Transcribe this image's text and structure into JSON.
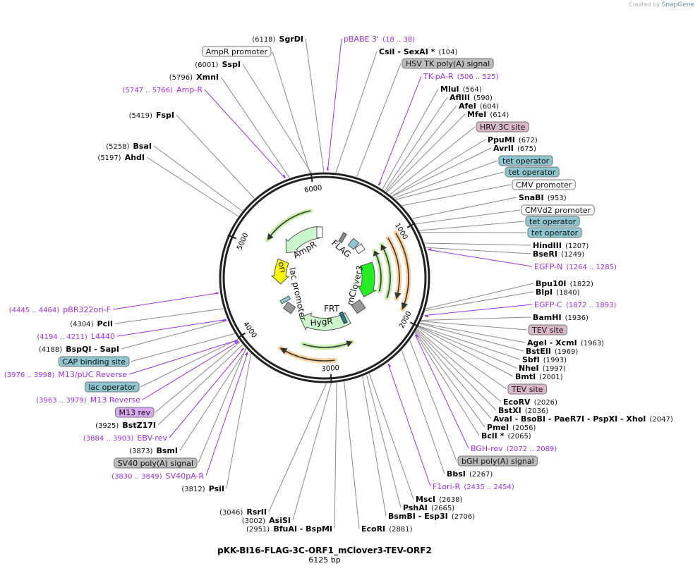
{
  "credit": {
    "prefix": "Created by",
    "brand": "SnapGene"
  },
  "plasmid": {
    "name": "pKK-BI16-FLAG-3C-ORF1_mClover3-TEV-ORF2",
    "size": "6125 bp",
    "length_bp": 6125
  },
  "ticks": [
    "1000",
    "2000",
    "3000",
    "4000",
    "5000",
    "6000"
  ],
  "colors": {
    "primer": "#9b30e8",
    "feature_gray": "#bcbcbc",
    "feature_pink": "#dcb9c9",
    "feature_blue": "#8ec6d1",
    "feature_white": "#ffffff",
    "feature_purple": "#d9a9f0",
    "ampR": "#ccf5cc",
    "ori": "#ffff00",
    "mClover3": "#22ee22"
  },
  "center_features": {
    "ampR": "AmpR",
    "ori": "ori",
    "lac": "lac promoter",
    "frt": "FRT",
    "hygR": "HygR",
    "mclover": "mClover3",
    "flag": "FLAG"
  },
  "labels": [
    {
      "type": "enzyme",
      "name": "SgrDI",
      "pos": "(6118)"
    },
    {
      "type": "primer",
      "name": "pBABE 3'",
      "pos": "(18 .. 38)"
    },
    {
      "type": "feature",
      "name": "AmpR promoter",
      "color": "white"
    },
    {
      "type": "enzyme",
      "name": "SspI",
      "pos": "(6001)"
    },
    {
      "type": "enzyme",
      "name": "CsiI  - SexAI *",
      "pos": "(104)"
    },
    {
      "type": "feature",
      "name": "HSV TK poly(A) signal",
      "color": "gray"
    },
    {
      "type": "primer",
      "name": "TK-pA-R",
      "pos": "(506 .. 525)"
    },
    {
      "type": "enzyme",
      "name": "XmnI",
      "pos": "(5796)"
    },
    {
      "type": "primer",
      "name": "Amp-R",
      "pos": "(5747 .. 5766)"
    },
    {
      "type": "enzyme",
      "name": "MluI",
      "pos": "(564)"
    },
    {
      "type": "enzyme",
      "name": "AflIII",
      "pos": "(590)"
    },
    {
      "type": "enzyme",
      "name": "AfeI",
      "pos": "(604)"
    },
    {
      "type": "enzyme",
      "name": "MfeI",
      "pos": "(614)"
    },
    {
      "type": "enzyme",
      "name": "FspI",
      "pos": "(5419)"
    },
    {
      "type": "feature",
      "name": "HRV 3C site",
      "color": "pink"
    },
    {
      "type": "enzyme",
      "name": "PpuMI",
      "pos": "(672)"
    },
    {
      "type": "enzyme",
      "name": "AvrII",
      "pos": "(675)"
    },
    {
      "type": "enzyme",
      "name": "BsaI",
      "pos": "(5258)"
    },
    {
      "type": "enzyme",
      "name": "AhdI",
      "pos": "(5197)"
    },
    {
      "type": "feature",
      "name": "tet operator",
      "color": "blue"
    },
    {
      "type": "feature",
      "name": "tet operator",
      "color": "blue"
    },
    {
      "type": "feature",
      "name": "CMV promoter",
      "color": "white"
    },
    {
      "type": "enzyme",
      "name": "SnaBI",
      "pos": "(953)"
    },
    {
      "type": "feature",
      "name": "CMVd2 promoter",
      "color": "white"
    },
    {
      "type": "feature",
      "name": "tet operator",
      "color": "blue"
    },
    {
      "type": "feature",
      "name": "tet operator",
      "color": "blue"
    },
    {
      "type": "enzyme",
      "name": "HindIII",
      "pos": "(1207)"
    },
    {
      "type": "enzyme",
      "name": "BseRI",
      "pos": "(1249)"
    },
    {
      "type": "primer",
      "name": "EGFP-N",
      "pos": "(1264 .. 1285)"
    },
    {
      "type": "enzyme",
      "name": "Bpu10I",
      "pos": "(1822)"
    },
    {
      "type": "enzyme",
      "name": "BlpI",
      "pos": "(1840)"
    },
    {
      "type": "primer",
      "name": "EGFP-C",
      "pos": "(1872 .. 1893)"
    },
    {
      "type": "enzyme",
      "name": "BamHI",
      "pos": "(1936)"
    },
    {
      "type": "feature",
      "name": "TEV site",
      "color": "pink"
    },
    {
      "type": "enzyme",
      "name": "AgeI  - XcmI",
      "pos": "(1963)"
    },
    {
      "type": "enzyme",
      "name": "BstEII",
      "pos": "(1969)"
    },
    {
      "type": "enzyme",
      "name": "SbfI",
      "pos": "(1993)"
    },
    {
      "type": "enzyme",
      "name": "NheI",
      "pos": "(1997)"
    },
    {
      "type": "enzyme",
      "name": "BmtI",
      "pos": "(2001)"
    },
    {
      "type": "feature",
      "name": "TEV site",
      "color": "pink"
    },
    {
      "type": "enzyme",
      "name": "EcoRV",
      "pos": "(2026)"
    },
    {
      "type": "enzyme",
      "name": "BstXI",
      "pos": "(2036)"
    },
    {
      "type": "enzyme",
      "name": "AvaI  - BsoBI  - PaeR7I  - PspXI  - XhoI",
      "pos": "(2047)"
    },
    {
      "type": "enzyme",
      "name": "PmeI",
      "pos": "(2056)"
    },
    {
      "type": "enzyme",
      "name": "BclI *",
      "pos": "(2065)"
    },
    {
      "type": "primer",
      "name": "BGH-rev",
      "pos": "(2072 .. 2089)"
    },
    {
      "type": "feature",
      "name": "bGH poly(A) signal",
      "color": "gray"
    },
    {
      "type": "enzyme",
      "name": "BbsI",
      "pos": "(2267)"
    },
    {
      "type": "primer",
      "name": "F1ori-R",
      "pos": "(2435 .. 2454)"
    },
    {
      "type": "enzyme",
      "name": "MscI",
      "pos": "(2638)"
    },
    {
      "type": "enzyme",
      "name": "PshAI",
      "pos": "(2665)"
    },
    {
      "type": "enzyme",
      "name": "BsmBI  - Esp3I",
      "pos": "(2706)"
    },
    {
      "type": "enzyme",
      "name": "EcoRI",
      "pos": "(2881)"
    },
    {
      "type": "enzyme",
      "name": "BfuAI  - BspMI",
      "pos": "(2951)"
    },
    {
      "type": "enzyme",
      "name": "AsiSI",
      "pos": "(3002)"
    },
    {
      "type": "enzyme",
      "name": "RsrII",
      "pos": "(3046)"
    },
    {
      "type": "enzyme",
      "name": "PsiI",
      "pos": "(3812)"
    },
    {
      "type": "primer",
      "name": "SV40pA-R",
      "pos": "(3830 .. 3849)"
    },
    {
      "type": "feature",
      "name": "SV40 poly(A) signal",
      "color": "gray"
    },
    {
      "type": "enzyme",
      "name": "BsmI",
      "pos": "(3873)"
    },
    {
      "type": "primer",
      "name": "EBV-rev",
      "pos": "(3884 .. 3903)"
    },
    {
      "type": "enzyme",
      "name": "BstZ17I",
      "pos": "(3925)"
    },
    {
      "type": "feature",
      "name": "M13 rev",
      "color": "purple"
    },
    {
      "type": "primer",
      "name": "M13 Reverse",
      "pos": "(3963 .. 3979)"
    },
    {
      "type": "feature",
      "name": "lac operator",
      "color": "blue"
    },
    {
      "type": "primer",
      "name": "M13/pUC Reverse",
      "pos": "(3976 .. 3998)"
    },
    {
      "type": "feature",
      "name": "CAP binding site",
      "color": "blue"
    },
    {
      "type": "enzyme",
      "name": "BspQI  - SapI",
      "pos": "(4188)"
    },
    {
      "type": "primer",
      "name": "L4440",
      "pos": "(4194 .. 4211)"
    },
    {
      "type": "enzyme",
      "name": "PciI",
      "pos": "(4304)"
    },
    {
      "type": "primer",
      "name": "pBR322ori-F",
      "pos": "(4445 .. 4464)"
    }
  ]
}
